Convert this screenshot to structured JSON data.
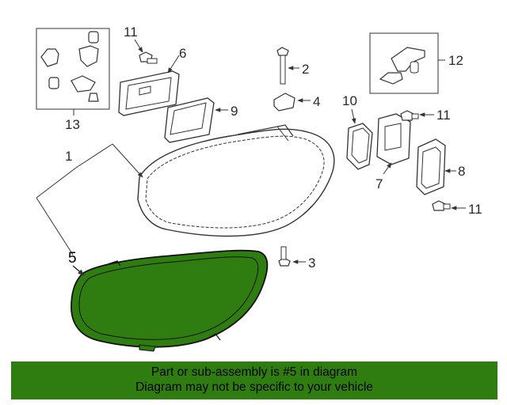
{
  "diagram": {
    "callouts": {
      "c1": "1",
      "c2": "2",
      "c3": "3",
      "c4": "4",
      "c5": "5",
      "c6": "6",
      "c7": "7",
      "c8": "8",
      "c9": "9",
      "c10": "10",
      "c11a": "11",
      "c11b": "11",
      "c11c": "11",
      "c12": "12",
      "c13": "13"
    },
    "highlight_color": "#2f7d10",
    "line_color": "#333333"
  },
  "banner": {
    "line1": "Part or sub-assembly is #5 in diagram",
    "line2": "Diagram may not be specific to your vehicle"
  }
}
